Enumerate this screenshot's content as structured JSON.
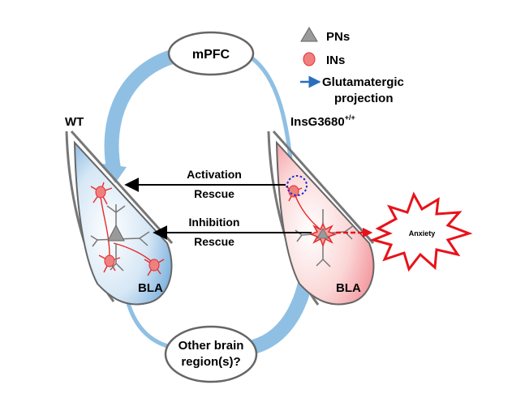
{
  "legend": {
    "pns": "PNs",
    "ins": "INs",
    "projection_line1": "Glutamatergic",
    "projection_line2": "projection"
  },
  "regions": {
    "mpfc": "mPFC",
    "other_line1": "Other brain",
    "other_line2": "region(s)?",
    "bla_left": "BLA",
    "bla_right": "BLA"
  },
  "genotypes": {
    "wt": "WT",
    "mutant": "InsG3680",
    "mutant_sup": "+/+"
  },
  "arrows": {
    "activation_line1": "Activation",
    "activation_line2": "Rescue",
    "inhibition_line1": "Inhibition",
    "inhibition_line2": "Rescue"
  },
  "outcome": {
    "anxiety": "Anxiety"
  },
  "colors": {
    "projection": "#8fc0e4",
    "projection_dark": "#2a6fbd",
    "interneuron": "#f08080",
    "interneuron_line": "#e52b2b",
    "pn": "#9a9a9a",
    "wt_fill": "#c2dbef",
    "mut_fill": "#f8c6c6",
    "anxiety": "#e8121a"
  },
  "icons": [
    "triangle-icon",
    "oval-icon",
    "arrow-icon",
    "burst-icon"
  ]
}
